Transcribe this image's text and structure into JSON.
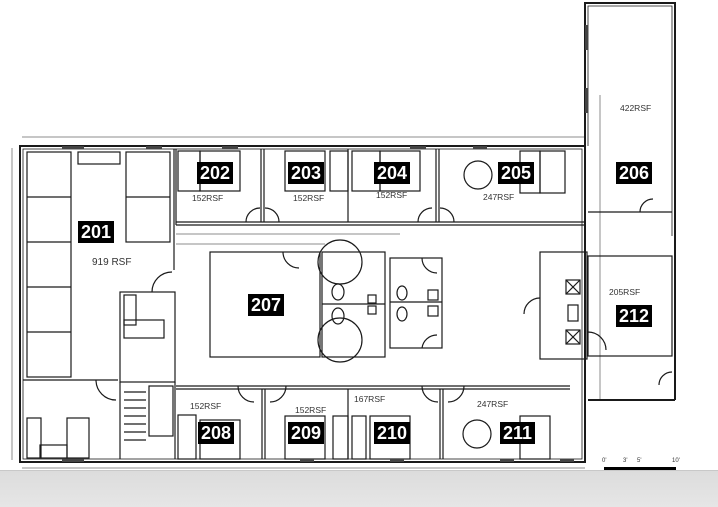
{
  "floor_plan": {
    "rooms": [
      {
        "id": "201",
        "area": "919 RSF"
      },
      {
        "id": "202",
        "area": "152RSF"
      },
      {
        "id": "203",
        "area": "152RSF"
      },
      {
        "id": "204",
        "area": "152RSF"
      },
      {
        "id": "205",
        "area": "247RSF"
      },
      {
        "id": "206",
        "area": "422RSF"
      },
      {
        "id": "207",
        "area": ""
      },
      {
        "id": "208",
        "area": "152RSF"
      },
      {
        "id": "209",
        "area": "152RSF"
      },
      {
        "id": "210",
        "area": "167RSF"
      },
      {
        "id": "211",
        "area": "247RSF"
      },
      {
        "id": "212",
        "area": "205RSF"
      }
    ],
    "scale_bar": {
      "ticks": [
        "0'",
        "3'",
        "5'",
        "10'"
      ]
    },
    "colors": {
      "wall": "#1a1a1a",
      "label_bg": "#000000",
      "label_text": "#ffffff",
      "background": "#ffffff",
      "footer_bar": "#e0e0e0"
    }
  }
}
